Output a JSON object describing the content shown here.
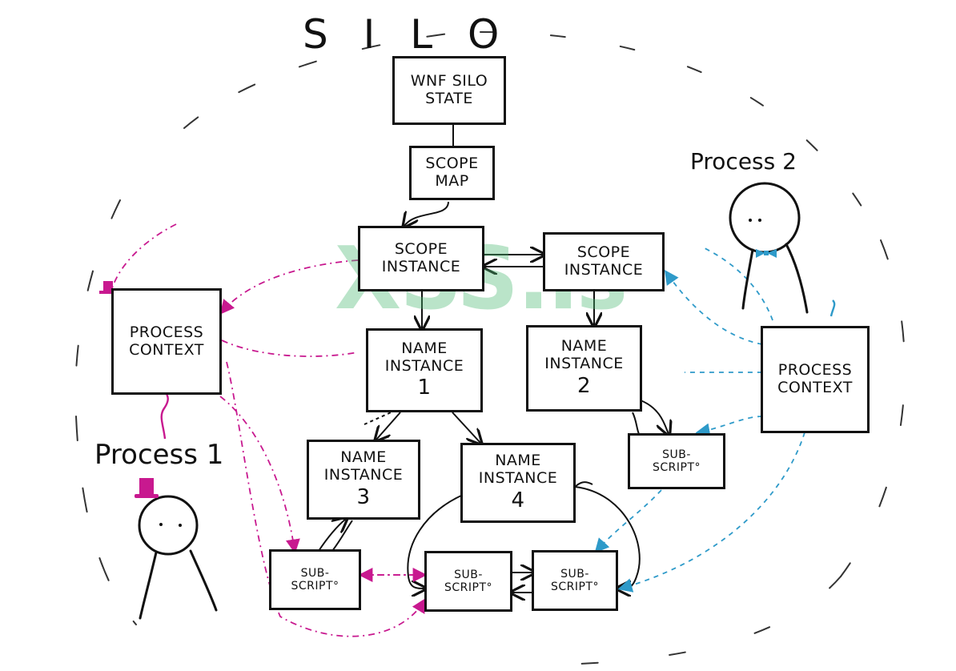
{
  "silo_label": "S I L O",
  "watermark": "XSS.is",
  "colors": {
    "ink": "#111111",
    "process1": "#c8198f",
    "process2": "#2e9ac9",
    "watermark": "#4cbb73"
  },
  "nodes": {
    "wnf_silo_state": {
      "line1": "WNF SILO",
      "line2": "STATE"
    },
    "scope_map": {
      "line1": "SCOPE",
      "line2": "MAP"
    },
    "scope_instance_1": {
      "line1": "SCOPE",
      "line2": "INSTANCE"
    },
    "scope_instance_2": {
      "line1": "SCOPE",
      "line2": "INSTANCE"
    },
    "name_instance_1": {
      "line1": "NAME",
      "line2": "INSTANCE",
      "number": "1"
    },
    "name_instance_2": {
      "line1": "NAME",
      "line2": "INSTANCE",
      "number": "2"
    },
    "name_instance_3": {
      "line1": "NAME",
      "line2": "INSTANCE",
      "number": "3"
    },
    "name_instance_4": {
      "line1": "NAME",
      "line2": "INSTANCE",
      "number": "4"
    },
    "process_context_1": {
      "line1": "PROCESS",
      "line2": "CONTEXT"
    },
    "process_context_2": {
      "line1": "PROCESS",
      "line2": "CONTEXT"
    },
    "subscription_a": {
      "line1": "SUB-",
      "line2": "SCRIPT°"
    },
    "subscription_b": {
      "line1": "SUB-",
      "line2": "SCRIPT°"
    },
    "subscription_c": {
      "line1": "SUB-",
      "line2": "SCRIPT°"
    },
    "subscription_d": {
      "line1": "SUB-",
      "line2": "SCRIPT°"
    }
  },
  "processes": {
    "process1": {
      "label": "Process 1"
    },
    "process2": {
      "label": "Process 2"
    }
  }
}
